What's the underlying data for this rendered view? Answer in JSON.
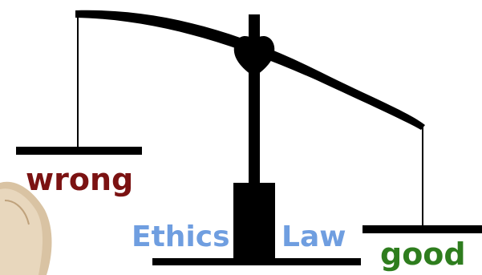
{
  "labels": {
    "left_pan": "wrong",
    "right_pan": "good",
    "base_left": "Ethics",
    "base_right": "Law"
  },
  "colors": {
    "ink": "#000000",
    "wrong": "#7b1212",
    "good": "#2e7d1e",
    "base_text": "#6f9ee0",
    "thumb_skin": "#d9c3a3"
  }
}
